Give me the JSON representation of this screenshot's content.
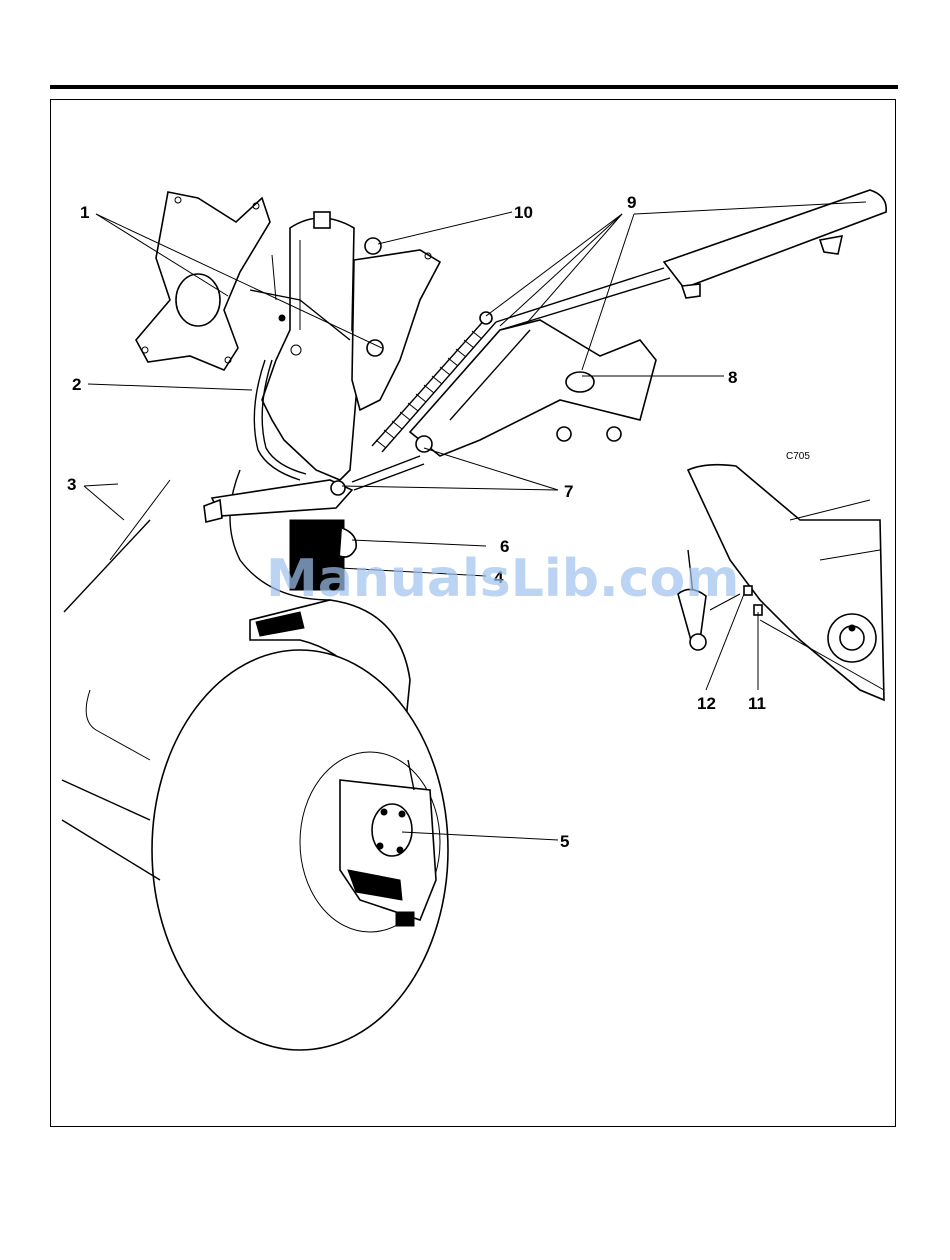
{
  "figure": {
    "code": "C705",
    "watermark": "ManualsLib.com"
  },
  "callouts": {
    "c1": "1",
    "c2": "2",
    "c3": "3",
    "c4": "4",
    "c5": "5",
    "c6": "6",
    "c7": "7",
    "c8": "8",
    "c9": "9",
    "c10": "10",
    "c11": "11",
    "c12": "12"
  }
}
